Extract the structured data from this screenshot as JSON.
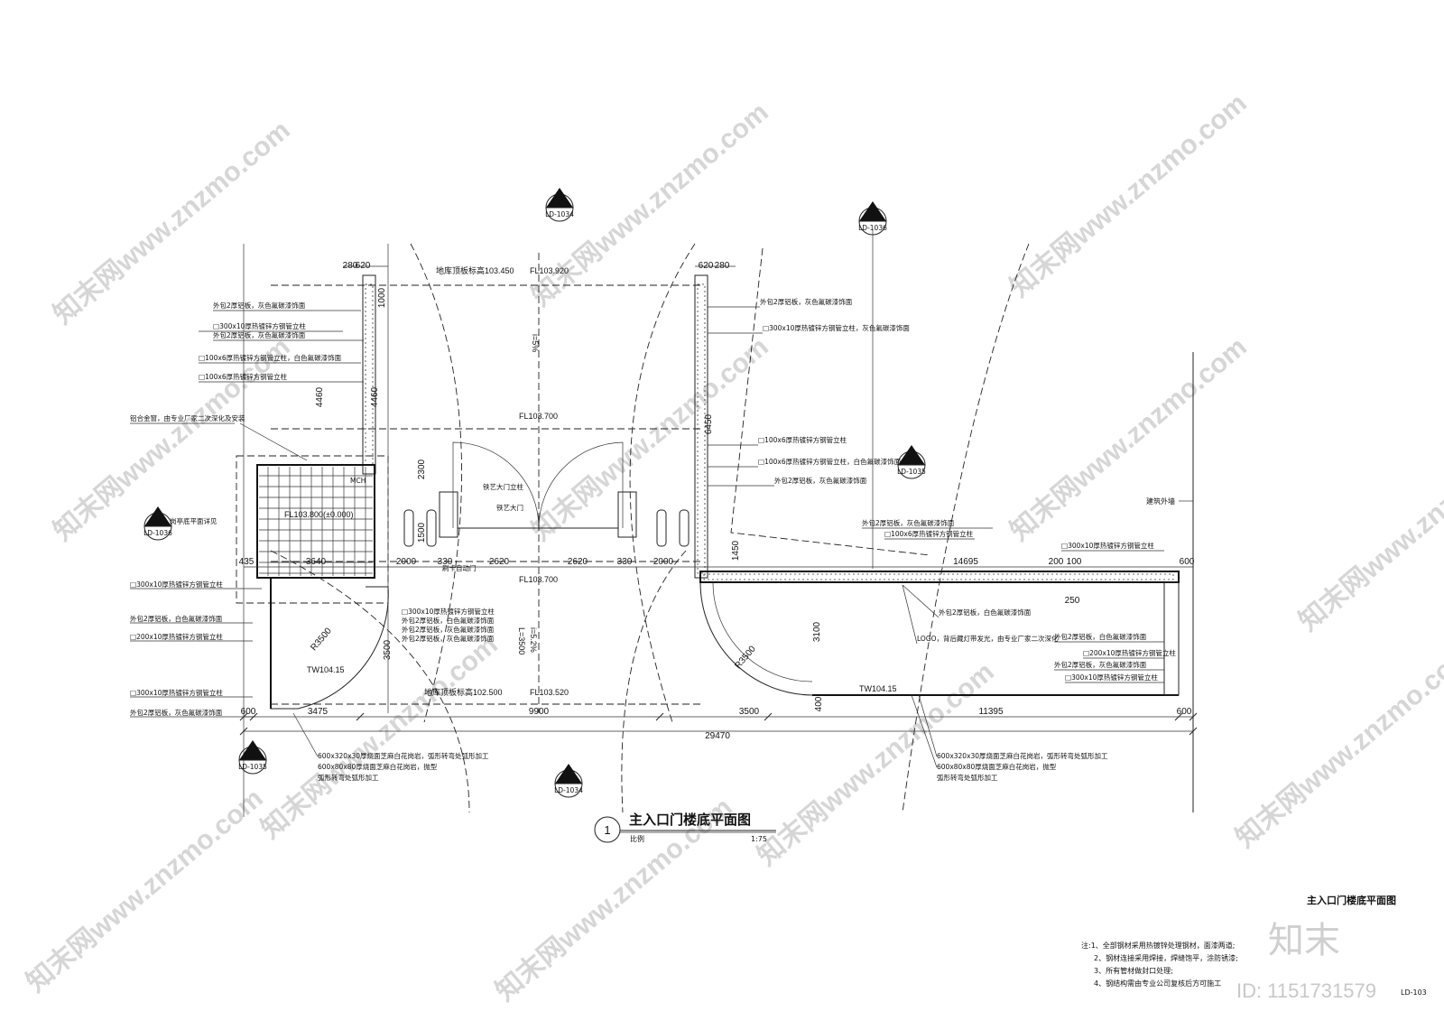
{
  "drawing": {
    "title": "主入口门楼底平面图",
    "scale_label": "比例",
    "scale_value": "1:75",
    "detail_number": "1",
    "sheet_title": "主入口门楼底平面图",
    "sheet_code": "LD-103",
    "building_wall_label": "建筑外墙"
  },
  "notes": [
    "注:1、全部钢材采用热镀锌处理钢材，面漆两道;",
    "2、钢材连接采用焊接，焊缝饱平，涂防锈漆;",
    "3、所有管材做封口处理;",
    "4、钢结构需由专业公司复核后方可施工"
  ],
  "levels": [
    "地库顶板标高103.450",
    "FL103.920",
    "FL103.700",
    "FL103.800(±0.000)",
    "FL103.700",
    "地库顶板标高102.500",
    "FL103.520",
    "TW104.15",
    "TW104.15"
  ],
  "slopes": [
    "i=5%",
    "i=5.2%",
    "L=3500"
  ],
  "section_markers": [
    {
      "num": "2",
      "ref": "LD-1034"
    },
    {
      "num": "1",
      "ref": "LD-1036"
    },
    {
      "num": "1",
      "ref": "LD-1035"
    },
    {
      "num": "2",
      "ref": "LD-1035"
    },
    {
      "num": "1",
      "ref": "LD-1034"
    },
    {
      "num": "1",
      "ref": "LD-1036"
    }
  ],
  "left_labels": [
    "外包2厚铝板，灰色氟碳漆饰面",
    "□300x10厚热镀锌方钢管立柱",
    "外包2厚铝板，灰色氟碳漆饰面",
    "□100x6厚热镀锌方钢管立柱，白色氟碳漆饰面",
    "□100x6厚热镀锌方钢管立柱",
    "铝合金窗，由专业厂家二次深化及安装",
    "岗亭底平面详见",
    "□300x10厚热镀锌方钢管立柱",
    "外包2厚铝板，白色氟碳漆饰面",
    "□200x10厚热镀锌方钢管立柱",
    "□300x10厚热镀锌方钢管立柱",
    "外包2厚铝板，灰色氟碳漆饰面"
  ],
  "right_labels": [
    "外包2厚铝板，灰色氟碳漆饰面",
    "□300x10厚热镀锌方钢管立柱，灰色氟碳漆饰面",
    "□100x6厚热镀锌方钢管立柱",
    "□100x6厚热镀锌方钢管立柱，白色氟碳漆饰面",
    "外包2厚铝板，灰色氟碳漆饰面",
    "外包2厚铝板，灰色氟碳漆饰面",
    "□100x6厚热镀锌方钢管立柱",
    "□300x10厚热镀锌方钢管立柱",
    "外包2厚铝板，白色氟碳漆饰面",
    "LOGO，背后藏灯带发光，由专业厂家二次深化",
    "外包2厚铝板，白色氟碳漆饰面",
    "□200x10厚热镀锌方钢管立柱",
    "外包2厚铝板，灰色氟碳漆饰面",
    "□300x10厚热镀锌方钢管立柱"
  ],
  "mid_labels": [
    "□300x10厚热镀锌方钢管立柱",
    "外包2厚铝板，白色氟碳漆饰面",
    "外包2厚铝板，灰色氟碳漆饰面",
    "外包2厚铝板，灰色氟碳漆饰面",
    "铁艺大门立柱",
    "铁艺大门",
    "刷卡自动门",
    "MCH"
  ],
  "bottom_labels_left": [
    "600x320x30厚烧面芝麻白花岗岩，弧形转弯处弧形加工",
    "600x80x80厚烧面芝麻白花岗岩，抛型",
    "弧形转弯处弧形加工"
  ],
  "bottom_labels_right": [
    "600x320x30厚烧面芝麻白花岗岩，弧形转弯处弧形加工",
    "600x80x80厚烧面芝麻白花岗岩，抛型",
    "弧形转弯处弧形加工"
  ],
  "dims_bottom": [
    "600",
    "3475",
    "9900",
    "3500",
    "11395",
    "600",
    "29470"
  ],
  "dims_mid": [
    "435",
    "3640",
    "2000",
    "330",
    "2620",
    "2620",
    "330",
    "2000",
    "14695",
    "600"
  ],
  "dims_misc": [
    "280",
    "620",
    "620",
    "280",
    "4460",
    "4460",
    "6450",
    "2300",
    "1500",
    "3500",
    "3100",
    "1450",
    "R3500",
    "R3500",
    "250",
    "200",
    "100",
    "400",
    "1000"
  ],
  "watermark": "知末网www.znzmo.com",
  "brand": "知末",
  "id_text": "ID: 1151731579"
}
